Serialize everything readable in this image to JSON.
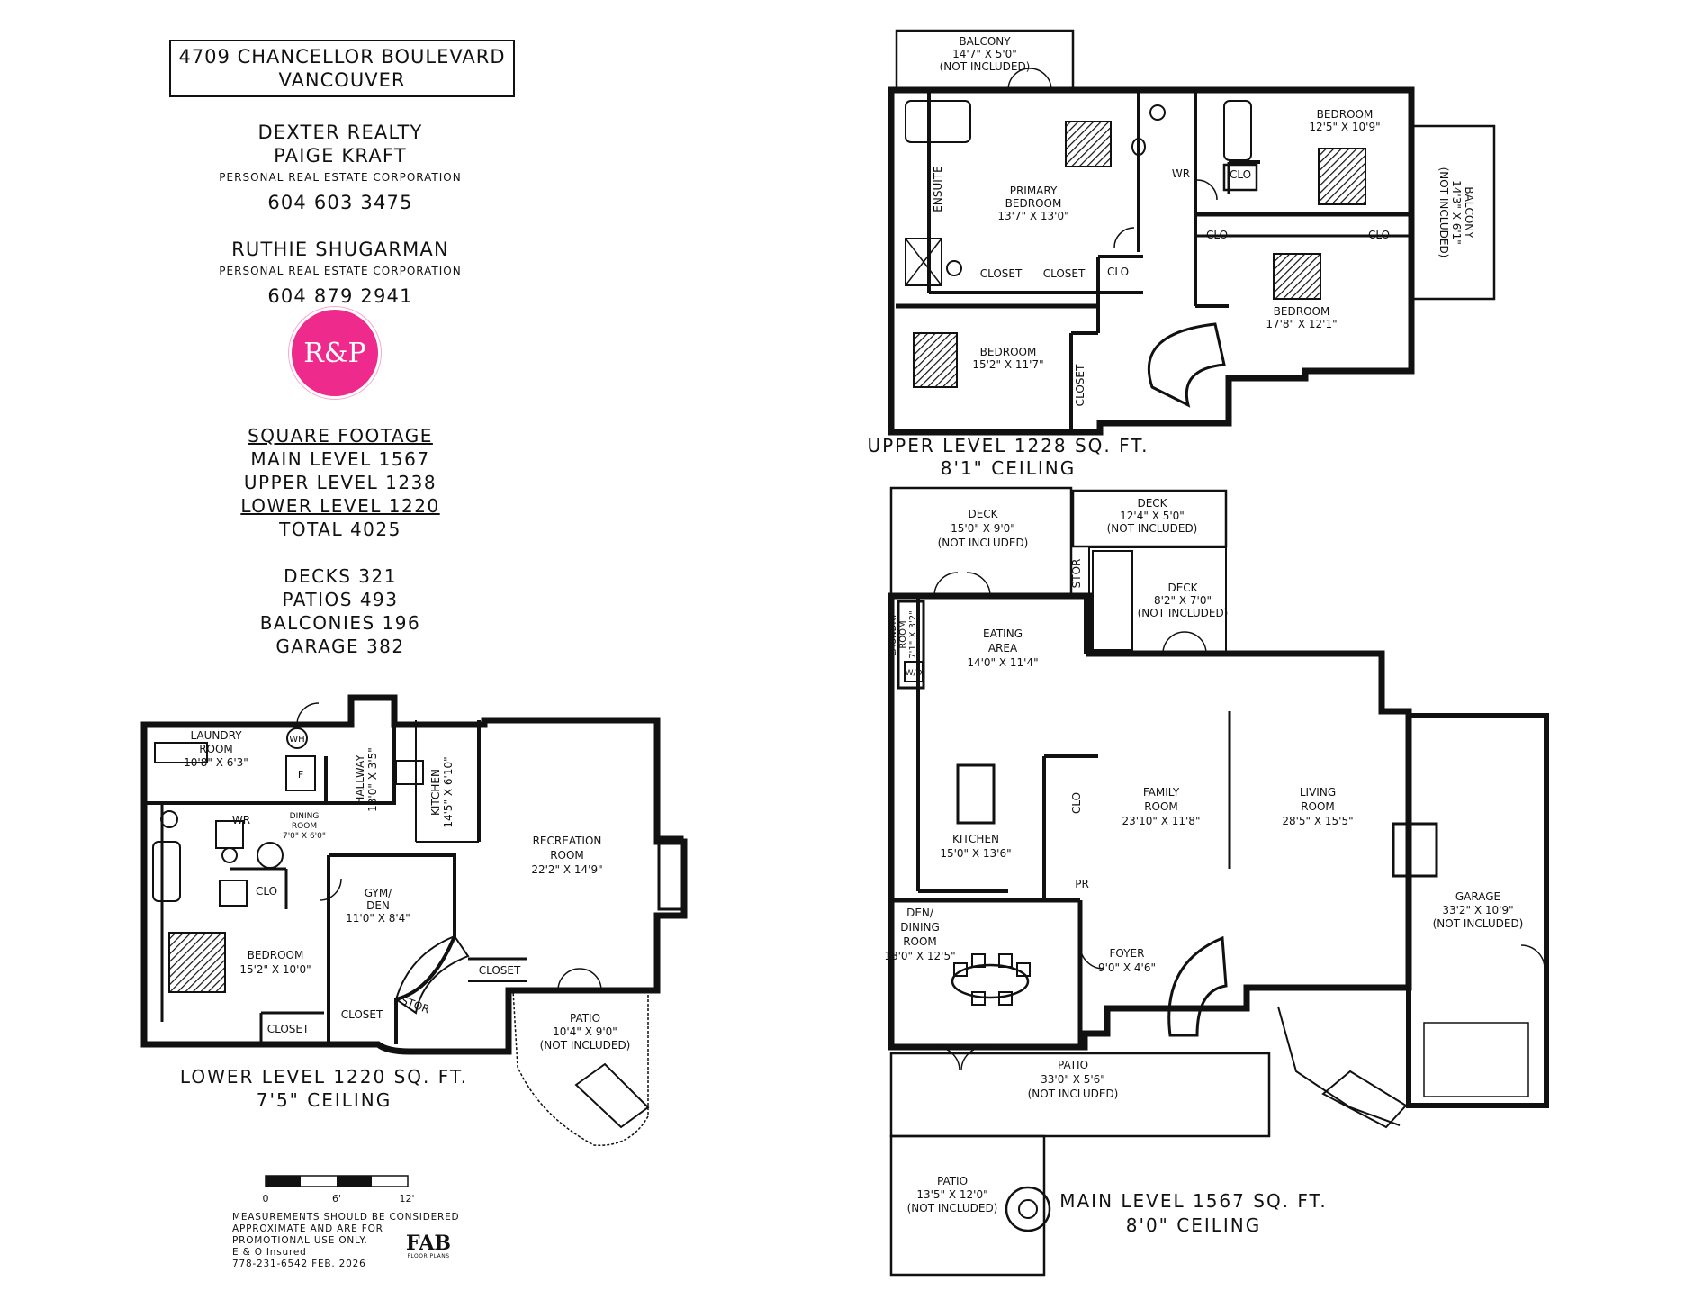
{
  "header": {
    "address_line1": "4709 CHANCELLOR BOULEVARD",
    "address_line2": "VANCOUVER"
  },
  "agents": {
    "company": "DEXTER REALTY",
    "agent1_name": "PAIGE KRAFT",
    "agent1_corp": "PERSONAL REAL ESTATE CORPORATION",
    "agent1_phone": "604 603 3475",
    "agent2_name": "RUTHIE SHUGARMAN",
    "agent2_corp": "PERSONAL REAL ESTATE CORPORATION",
    "agent2_phone": "604 879 2941",
    "logo_text": "R&P",
    "logo_color": "#ee2a8c"
  },
  "square_footage": {
    "title": "SQUARE FOOTAGE",
    "main": "MAIN LEVEL 1567",
    "upper": "UPPER LEVEL 1238",
    "lower": "LOWER LEVEL 1220",
    "total": "TOTAL 4025",
    "decks": "DECKS 321",
    "patios": "PATIOS 493",
    "balconies": "BALCONIES 196",
    "garage": "GARAGE 382"
  },
  "scale": {
    "t0": "0",
    "t1": "6'",
    "t2": "12'",
    "disclaimer1": "MEASUREMENTS SHOULD BE CONSIDERED",
    "disclaimer2": "APPROXIMATE AND ARE FOR",
    "disclaimer3": "PROMOTIONAL USE ONLY.",
    "disclaimer4": "E & O Insured",
    "contact": "778-231-6542  FEB. 2026",
    "brand": "FAB",
    "brand_sub": "FLOOR PLANS"
  },
  "upper": {
    "title": "UPPER LEVEL 1228 SQ. FT.",
    "ceiling": "8'1\" CEILING",
    "balcony1": [
      "BALCONY",
      "14'7\" X 5'0\"",
      "(NOT INCLUDED)"
    ],
    "primary": [
      "PRIMARY",
      "BEDROOM",
      "13'7\" X 13'0\""
    ],
    "ensuite": "ENSUITE",
    "wr": "WR",
    "bedroom_ne": [
      "BEDROOM",
      "12'5\" X 10'9\""
    ],
    "clo_a": "CLO",
    "clo_b": "CLO",
    "clo_c": "CLO",
    "clo_d": "CLO",
    "balcony2": [
      "BALCONY",
      "14'3\" X 6'1\"",
      "(NOT INCLUDED)"
    ],
    "closet1": "CLOSET",
    "closet2": "CLOSET",
    "closet3": "CLOSET",
    "bedroom_se": [
      "BEDROOM",
      "17'8\" X 12'1\""
    ],
    "bedroom_sw": [
      "BEDROOM",
      "15'2\" X 11'7\""
    ]
  },
  "main": {
    "title": "MAIN LEVEL 1567 SQ. FT.",
    "ceiling": "8'0\" CEILING",
    "deck1": [
      "DECK",
      "15'0\" X 9'0\"",
      "(NOT INCLUDED)"
    ],
    "deck2": [
      "DECK",
      "12'4\" X 5'0\"",
      "(NOT INCLUDED)"
    ],
    "deck3": [
      "DECK",
      "8'2\" X 7'0\"",
      "(NOT INCLUDED)"
    ],
    "stor": "STOR",
    "laundry": [
      "LAUNDRY",
      "ROOM",
      "7'1\" X 3'2\""
    ],
    "wd": "W/D",
    "eating": [
      "EATING",
      "AREA",
      "14'0\" X 11'4\""
    ],
    "family": [
      "FAMILY",
      "ROOM",
      "23'10\" X 11'8\""
    ],
    "living": [
      "LIVING",
      "ROOM",
      "28'5\" X 15'5\""
    ],
    "kitchen": [
      "KITCHEN",
      "15'0\" X 13'6\""
    ],
    "clo": "CLO",
    "pr": "PR",
    "garage": [
      "GARAGE",
      "33'2\" X 10'9\"",
      "(NOT INCLUDED)"
    ],
    "den": [
      "DEN/",
      "DINING",
      "ROOM",
      "18'0\" X 12'5\""
    ],
    "foyer": [
      "FOYER",
      "9'0\" X 4'6\""
    ],
    "patio1": [
      "PATIO",
      "33'0\" X 5'6\"",
      "(NOT INCLUDED)"
    ],
    "patio2": [
      "PATIO",
      "13'5\" X 12'0\"",
      "(NOT INCLUDED)"
    ]
  },
  "lower": {
    "title": "LOWER LEVEL 1220 SQ. FT.",
    "ceiling": "7'5\" CEILING",
    "laundry": [
      "LAUNDRY",
      "ROOM",
      "10'8\" X 6'3\""
    ],
    "wh": "WH",
    "f": "F",
    "hallway": [
      "HALLWAY",
      "13'0\" X 3'5\""
    ],
    "kitchen": [
      "KITCHEN",
      "14'5\" X 6'10\""
    ],
    "wr": "WR",
    "dining": [
      "DINING",
      "ROOM",
      "7'0\" X 6'0\""
    ],
    "clo": "CLO",
    "recreation": [
      "RECREATION",
      "ROOM",
      "22'2\" X 14'9\""
    ],
    "gym": [
      "GYM/",
      "DEN",
      "11'0\" X 8'4\""
    ],
    "bedroom": [
      "BEDROOM",
      "15'2\" X 10'0\""
    ],
    "closet_a": "CLOSET",
    "closet_b": "CLOSET",
    "closet_c": "CLOSET",
    "stor": "STOR",
    "patio": [
      "PATIO",
      "10'4\" X 9'0\"",
      "(NOT INCLUDED)"
    ]
  }
}
